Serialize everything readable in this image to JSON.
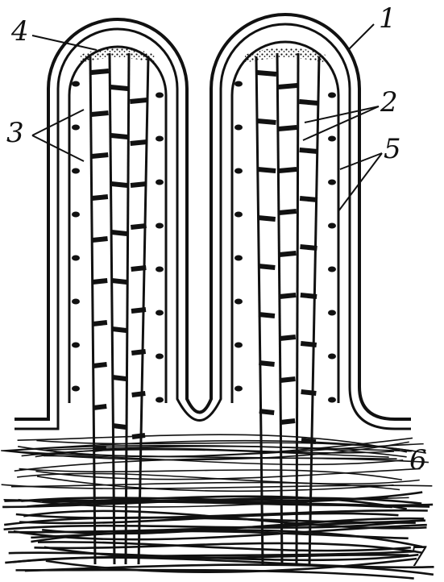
{
  "labels": {
    "l1": "1",
    "l2": "2",
    "l3": "3",
    "l4": "4",
    "l5": "5",
    "l6": "6",
    "l7": "7"
  },
  "colors": {
    "ink": "#111111",
    "paper": "#ffffff"
  }
}
